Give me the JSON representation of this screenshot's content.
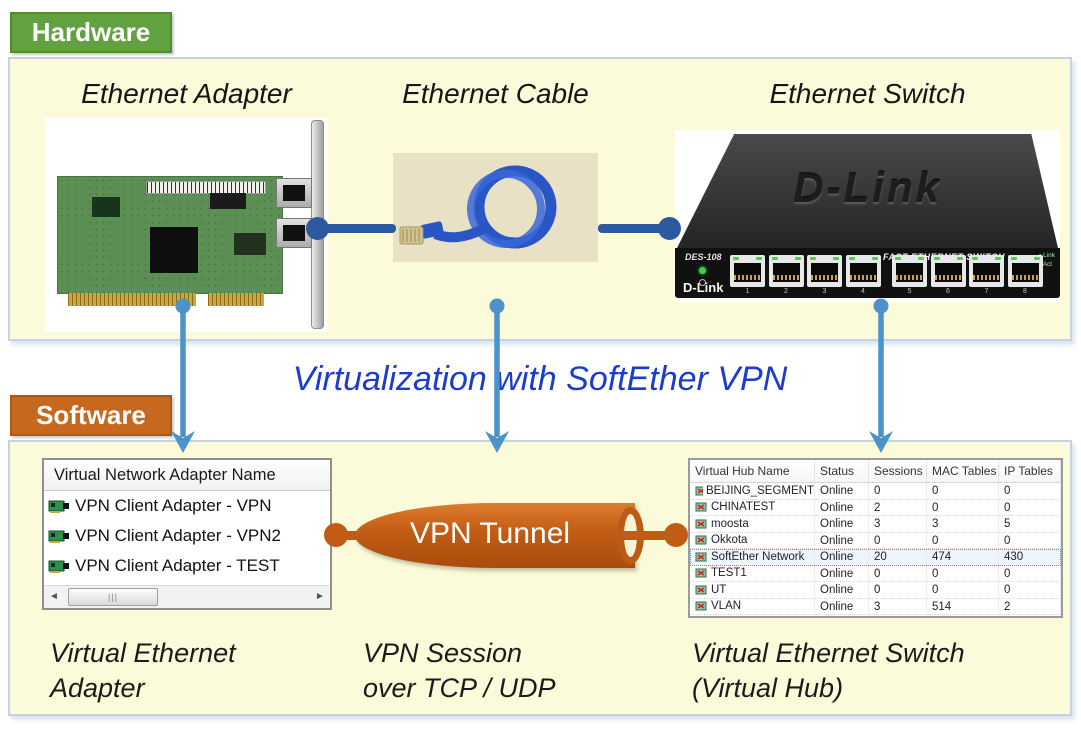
{
  "hardware": {
    "badge": "Hardware",
    "adapter_label": "Ethernet Adapter",
    "cable_label": "Ethernet Cable",
    "switch_label": "Ethernet Switch",
    "switch": {
      "brand_embossed": "D-Link",
      "model": "DES-108",
      "front_title": "FAST ETHERNET SWITCH",
      "brand_front": "D-Link",
      "legend": [
        "Link",
        "Act"
      ],
      "ports": [
        "1",
        "2",
        "3",
        "4",
        "5",
        "6",
        "7",
        "8"
      ]
    }
  },
  "title": {
    "text": "Virtualization with SoftEther VPN"
  },
  "software": {
    "badge": "Software",
    "adapter_list": {
      "header": "Virtual Network Adapter Name",
      "items": [
        {
          "label": "VPN Client Adapter - VPN"
        },
        {
          "label": "VPN Client Adapter - VPN2"
        },
        {
          "label": "VPN Client Adapter - TEST"
        }
      ],
      "scrollbar": {
        "left_icon": "◄",
        "right_icon": "►",
        "grip": "|||"
      }
    },
    "tunnel": {
      "label": "VPN Tunnel"
    },
    "hub_table": {
      "columns": [
        "Virtual Hub Name",
        "Status",
        "Sessions",
        "MAC Tables",
        "IP Tables"
      ],
      "rows": [
        {
          "name": "BEIJING_SEGMENT",
          "status": "Online",
          "sessions": "0",
          "mac_tables": "0",
          "ip_tables": "0"
        },
        {
          "name": "CHINATEST",
          "status": "Online",
          "sessions": "2",
          "mac_tables": "0",
          "ip_tables": "0"
        },
        {
          "name": "moosta",
          "status": "Online",
          "sessions": "3",
          "mac_tables": "3",
          "ip_tables": "5"
        },
        {
          "name": "Okkota",
          "status": "Online",
          "sessions": "0",
          "mac_tables": "0",
          "ip_tables": "0"
        },
        {
          "name": "SoftEther Network",
          "status": "Online",
          "sessions": "20",
          "mac_tables": "474",
          "ip_tables": "430"
        },
        {
          "name": "TEST1",
          "status": "Online",
          "sessions": "0",
          "mac_tables": "0",
          "ip_tables": "0"
        },
        {
          "name": "UT",
          "status": "Online",
          "sessions": "0",
          "mac_tables": "0",
          "ip_tables": "0"
        },
        {
          "name": "VLAN",
          "status": "Online",
          "sessions": "3",
          "mac_tables": "514",
          "ip_tables": "2"
        }
      ]
    },
    "captions": {
      "adapter": "Virtual Ethernet\nAdapter",
      "session": "VPN Session\nover TCP / UDP",
      "switch": "Virtual Ethernet Switch\n(Virtual Hub)"
    }
  },
  "colors": {
    "hardware_badge": "#61a13f",
    "software_badge": "#c7681f",
    "panel_fill": "#fbfbd9",
    "arrow_blue": "#4d92c9",
    "connector_navy": "#2d5a9e",
    "tunnel_orange": "#c25c14",
    "title_blue": "#1b3ccc"
  }
}
